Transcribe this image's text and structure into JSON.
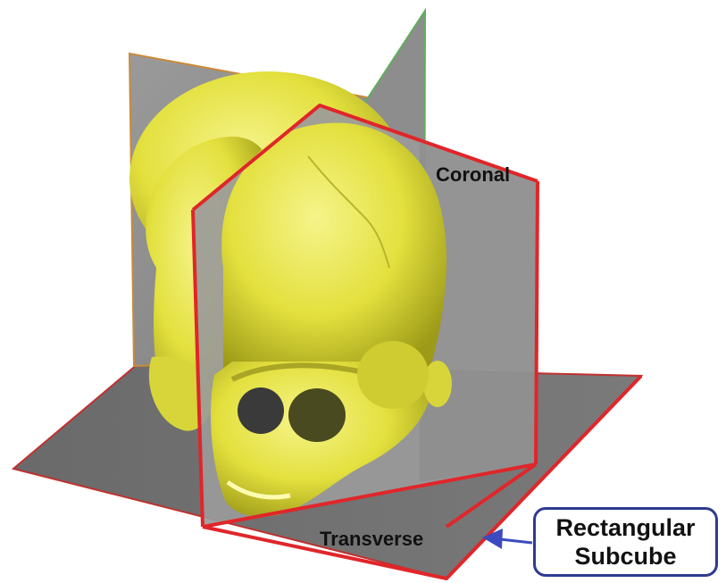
{
  "labels": {
    "coronal": "Coronal",
    "transverse": "Transverse"
  },
  "callout": {
    "line1": "Rectangular",
    "line2": "Subcube"
  },
  "colors": {
    "plane_gray": "#8a8a8a",
    "floor_gray": "#6f6f6f",
    "subcube_outline": "#e0262a",
    "sagittal_edge": "#c98a3a",
    "coronal_edge": "#5fae5f",
    "skull_yellow": "#e6e34a",
    "callout_border": "#2f3b8f",
    "arrow_blue": "#3b4bbf"
  }
}
